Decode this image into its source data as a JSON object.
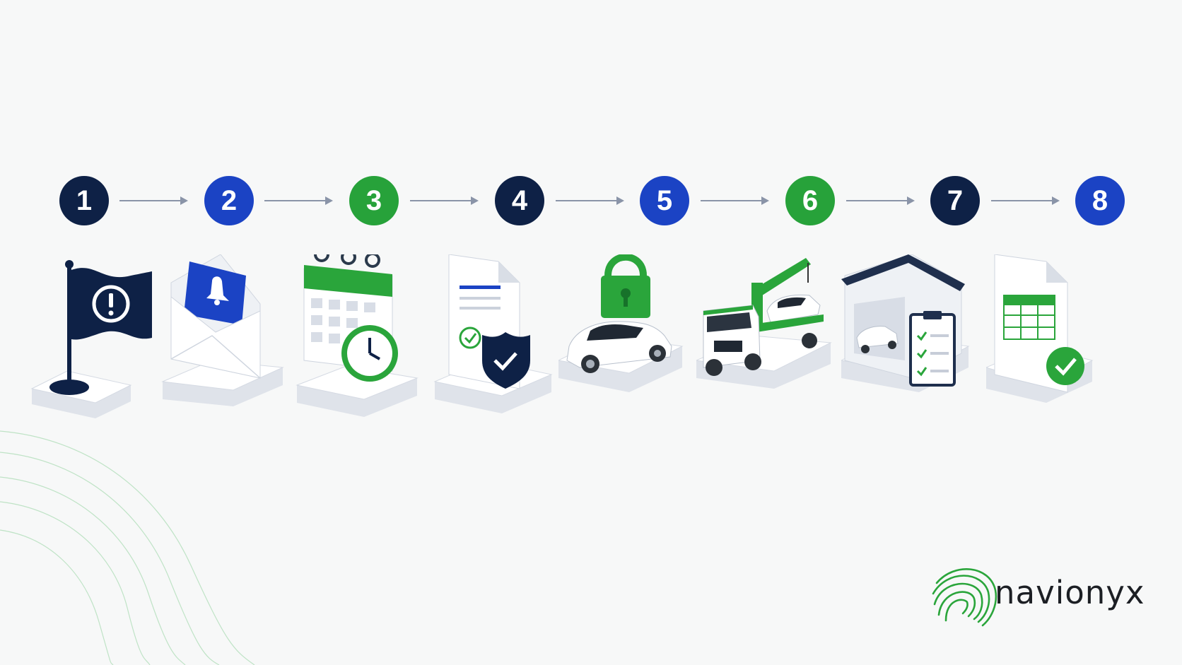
{
  "brand": {
    "name": "navionyx"
  },
  "colors": {
    "navy": "#0e2146",
    "blue": "#1b43c4",
    "green": "#27a23a",
    "arrow": "#8a94a8"
  },
  "steps": [
    {
      "number": "1",
      "color": "navy",
      "icon": "warning-flag-icon"
    },
    {
      "number": "2",
      "color": "blue",
      "icon": "notification-envelope-icon"
    },
    {
      "number": "3",
      "color": "green",
      "icon": "calendar-clock-icon"
    },
    {
      "number": "4",
      "color": "navy",
      "icon": "verified-document-shield-icon"
    },
    {
      "number": "5",
      "color": "blue",
      "icon": "locked-car-icon"
    },
    {
      "number": "6",
      "color": "green",
      "icon": "tow-truck-icon"
    },
    {
      "number": "7",
      "color": "navy",
      "icon": "garage-checklist-icon"
    },
    {
      "number": "8",
      "color": "blue",
      "icon": "approved-spreadsheet-icon"
    }
  ]
}
